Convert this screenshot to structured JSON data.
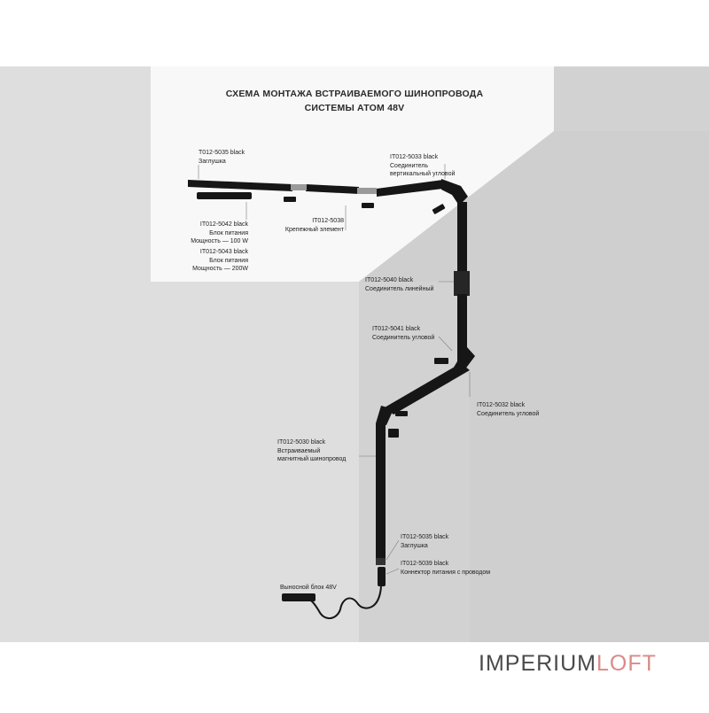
{
  "title": {
    "line1": "СХЕМА МОНТАЖА ВСТРАИВАЕМОГО ШИНОПРОВОДА",
    "line2": "СИСТЕМЫ АТОМ 48V"
  },
  "labels": {
    "cap_top": {
      "code": "Т012-5035 black",
      "desc": "Заглушка"
    },
    "corner_vertical": {
      "code": "IТ012-5033 black",
      "desc1": "Соединитель",
      "desc2": "вертикальный угловой"
    },
    "psu100": {
      "code": "IТ012-5042 black",
      "desc1": "Блок питания",
      "desc2": "Мощность — 100 W"
    },
    "psu200": {
      "code": "IТ012-5043 black",
      "desc1": "Блок питания",
      "desc2": "Мощность — 200W"
    },
    "mount": {
      "code": "IТ012-5038",
      "desc": "Крепежный элемент"
    },
    "linear": {
      "code": "IТ012-5040 black",
      "desc": "Соединитель линейный"
    },
    "corner1": {
      "code": "IТ012-5041 black",
      "desc": "Соединитель  угловой"
    },
    "corner2": {
      "code": "IТ012-5032 black",
      "desc": "Соединитель  угловой"
    },
    "track": {
      "code": "IТ012-5030 black",
      "desc1": "Встраиваемый",
      "desc2": "магнитный шинопровод"
    },
    "cap_bottom": {
      "code": "IТ012-5035 black",
      "desc": "Заглушка"
    },
    "connector": {
      "code": "IТ012-5039 black",
      "desc": "Коннектор питания с проводом"
    },
    "remote": {
      "desc": "Выносной блок 48V"
    }
  },
  "brand": {
    "part1": "IMPERIUM",
    "part2": "LOFT"
  },
  "colors": {
    "track": "#161616",
    "wall_light": "#e4e4e4",
    "wall_mid": "#cfcfcf",
    "ceiling": "#f7f7f7",
    "accent": "#d98a88"
  }
}
